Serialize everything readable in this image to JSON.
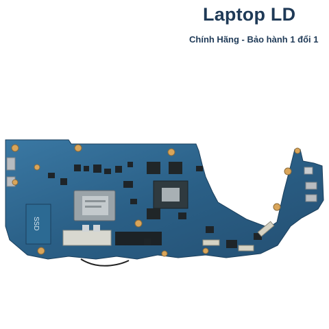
{
  "header": {
    "brand_title": "Laptop LD",
    "brand_subtitle": "Chính Hãng - Bảo hành 1 đổi 1",
    "text_color": "#1f3a57"
  },
  "product": {
    "board_label": "SSD",
    "board_color": "#2a5f86",
    "icon": "motherboard-icon"
  }
}
